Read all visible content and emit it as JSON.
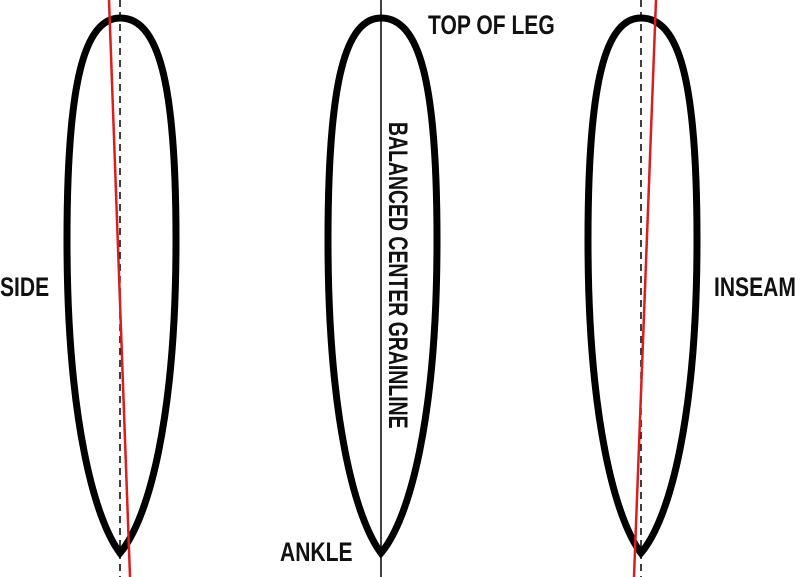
{
  "labels": {
    "side": "SIDE",
    "top_of_leg": "TOP OF LEG",
    "grainline": "BALANCED CENTER GRAINLINE",
    "ankle": "ANKLE",
    "inseam": "INSEAM"
  },
  "colors": {
    "outline": "#000000",
    "grainline_off": "#d81e1e",
    "guide": "#000000"
  }
}
